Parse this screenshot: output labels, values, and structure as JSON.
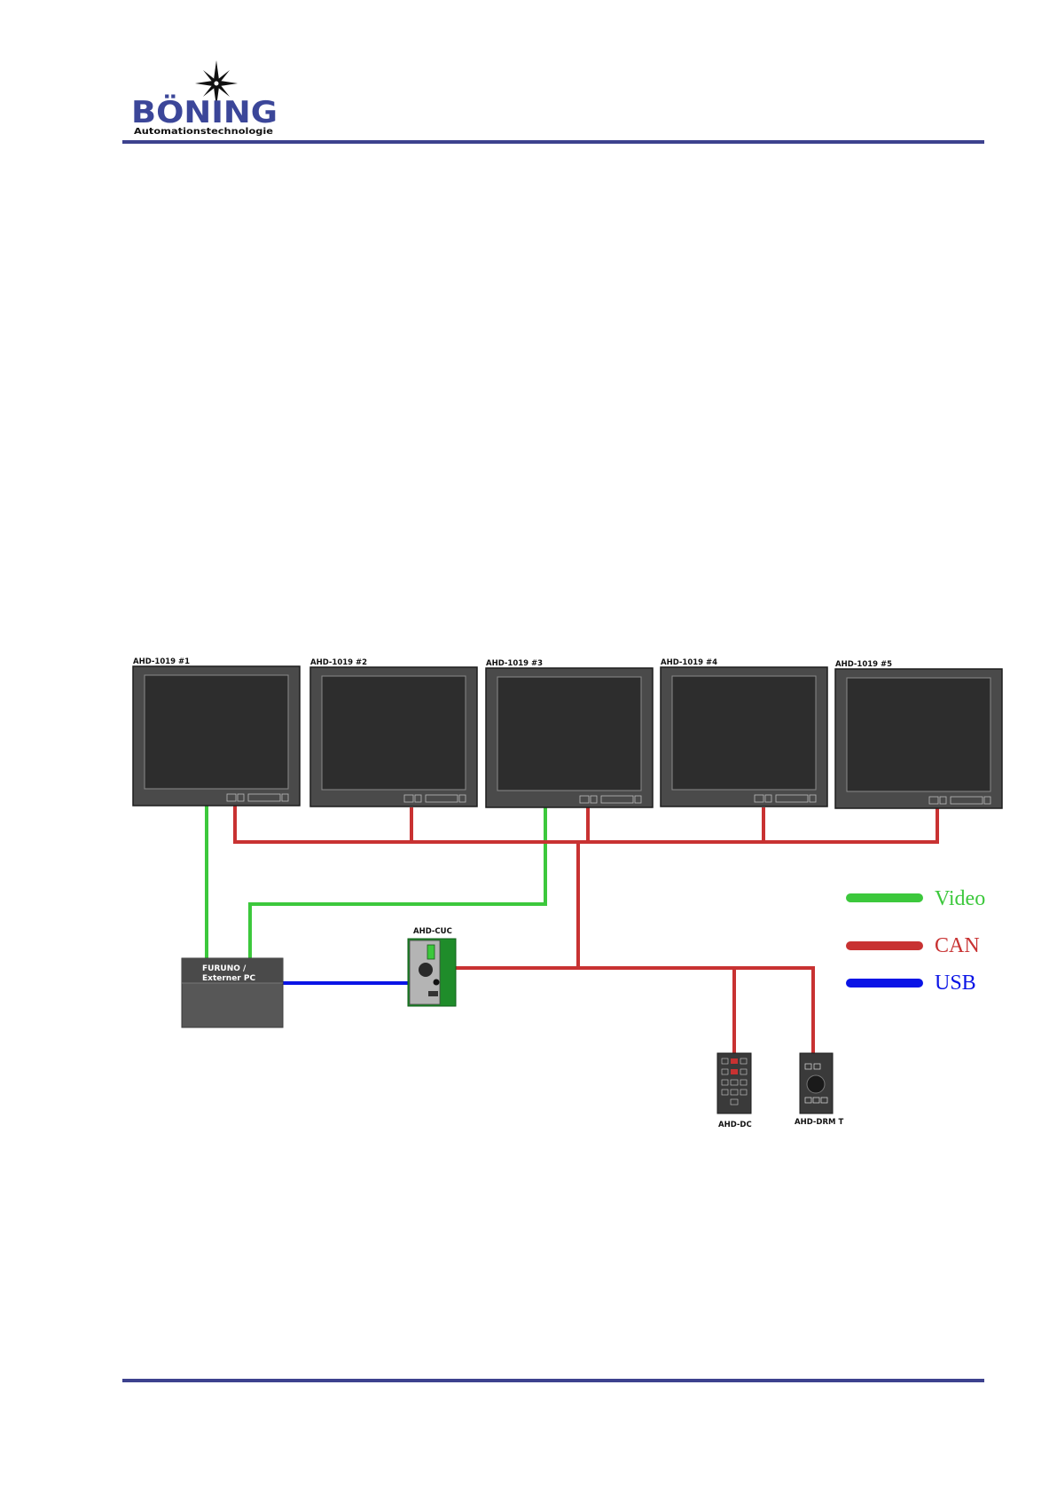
{
  "header": {
    "logo": {
      "brand": "BÖNING",
      "tagline": "Automationstechnologie"
    }
  },
  "colors": {
    "rule": "#3d428e",
    "brand": "#3b4699",
    "video": "#3cc83c",
    "can": "#c83232",
    "usb": "#0a14e6"
  },
  "monitors": [
    {
      "label": "AHD-1019 #1"
    },
    {
      "label": "AHD-1019 #2"
    },
    {
      "label": "AHD-1019 #3"
    },
    {
      "label": "AHD-1019 #4"
    },
    {
      "label": "AHD-1019 #5"
    }
  ],
  "devices": {
    "pc": {
      "line1": "FURUNO /",
      "line2": "Externer PC"
    },
    "cuc": {
      "label": "AHD-CUC"
    },
    "dc": {
      "label": "AHD-DC"
    },
    "drm": {
      "label": "AHD-DRM T"
    }
  },
  "legend": [
    {
      "label": "Video",
      "color": "#3cc83c"
    },
    {
      "label": "CAN",
      "color": "#c83232"
    },
    {
      "label": "USB",
      "color": "#0a14e6"
    }
  ]
}
